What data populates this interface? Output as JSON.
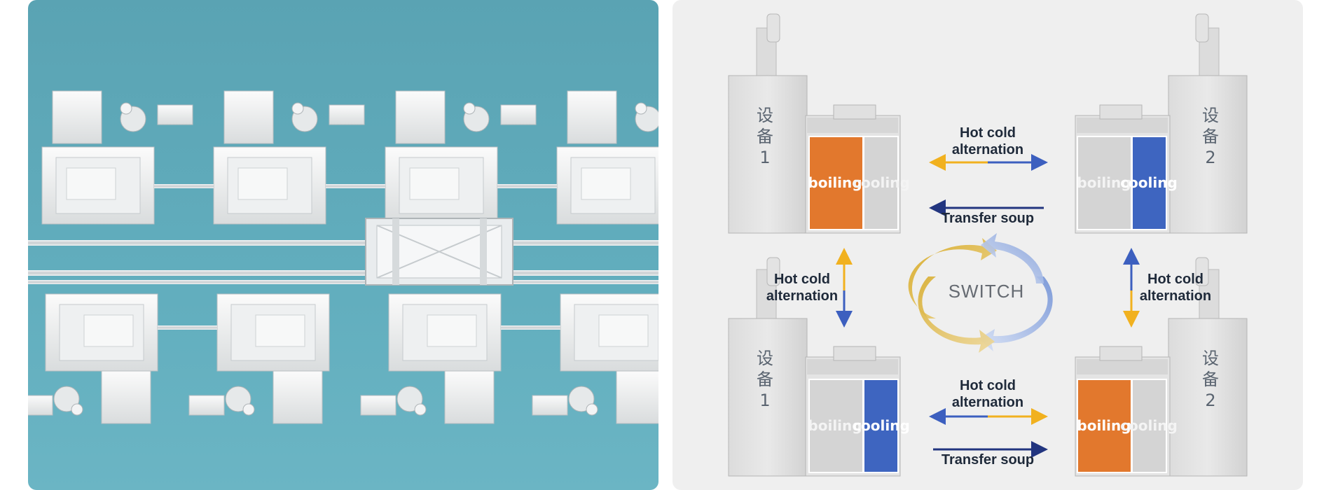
{
  "colors": {
    "left_background": "#5fa9b9",
    "right_background": "#efefef",
    "boiling_active": "#e2782d",
    "cooling_active": "#3e65c0",
    "inactive_compartment": "#d4d4d4",
    "arrow_gold": "#f1b11f",
    "arrow_blue": "#3c5fbf",
    "arrow_navy": "#22357f"
  },
  "left_panel": {
    "image": "top-view-of-cooking-machine-production-line"
  },
  "right_panel": {
    "units": [
      {
        "id": "top-left",
        "device_label": [
          "设",
          "备",
          "1"
        ],
        "left_compartment": "boiling",
        "right_compartment": "cooling",
        "active": "boiling"
      },
      {
        "id": "top-right",
        "device_label": [
          "设",
          "备",
          "2"
        ],
        "left_compartment": "boiling",
        "right_compartment": "cooling",
        "active": "cooling"
      },
      {
        "id": "bottom-left",
        "device_label": [
          "设",
          "备",
          "1"
        ],
        "left_compartment": "boiling",
        "right_compartment": "cooling",
        "active": "cooling"
      },
      {
        "id": "bottom-right",
        "device_label": [
          "设",
          "备",
          "2"
        ],
        "left_compartment": "boiling",
        "right_compartment": "cooling",
        "active": "boiling"
      }
    ],
    "labels": {
      "top_hot_cold": [
        "Hot cold",
        "alternation"
      ],
      "top_transfer": "Transfer soup",
      "middle_left_hot_cold": [
        "Hot cold",
        "alternation"
      ],
      "middle_right_hot_cold": [
        "Hot cold",
        "alternation"
      ],
      "bottom_hot_cold": [
        "Hot cold",
        "alternation"
      ],
      "bottom_transfer": "Transfer soup",
      "switch": "SWITCH"
    }
  }
}
